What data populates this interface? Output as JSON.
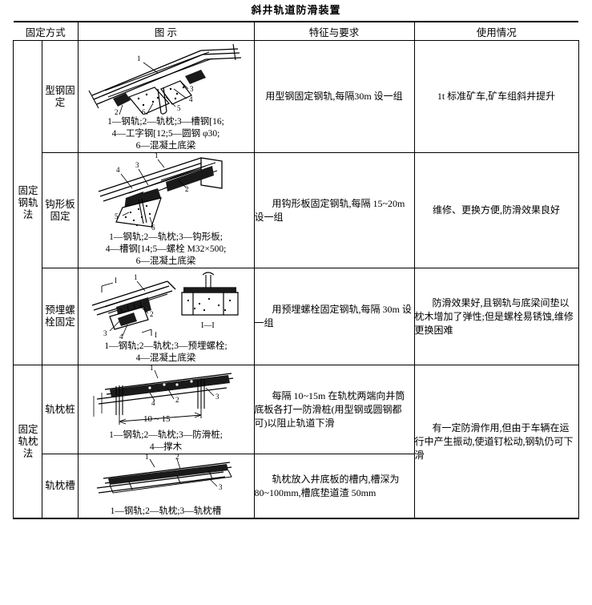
{
  "title": "斜井轨道防滑装置",
  "table": {
    "headers": {
      "method": "固定方式",
      "figure": "图    示",
      "feature": "特征与要求",
      "usage": "使用情况"
    },
    "groups": [
      {
        "name": "固定钢轨法",
        "rows": [
          {
            "sub": "型钢固定",
            "caption": "1—钢轨;2—轨枕;3—槽钢[16;\n4—工字钢[12;5—圆钢 φ30;\n6—混凝土底梁",
            "caption_lines": [
              "1—钢轨;2—轨枕;3—槽钢[16;",
              "4—工字钢[12;5—圆钢 φ30;",
              "6—混凝土底梁"
            ],
            "feature": "用型钢固定钢轨,每隔30m 设一组",
            "usage": "1t 标准矿车,矿车组斜井提升",
            "figure_labels": [
              "1",
              "2",
              "3",
              "4",
              "5",
              "6"
            ]
          },
          {
            "sub": "钩形板固定",
            "caption_lines": [
              "1—钢轨;2—轨枕;3—钩形板;",
              "4—槽钢[14;5—螺栓 M32×500;",
              "6—混凝土底梁"
            ],
            "feature": "用钩形板固定钢轨,每隔 15~20m 设一组",
            "usage": "维修、更换方便,防滑效果良好",
            "figure_labels": [
              "1",
              "2",
              "3",
              "4",
              "5",
              "6"
            ]
          },
          {
            "sub": "预埋螺栓固定",
            "caption_lines": [
              "1—钢轨;2—轨枕;3—预埋螺栓;",
              "4—混凝土底梁"
            ],
            "feature": "用预埋螺栓固定钢轨,每隔 30m 设一组",
            "usage": "防滑效果好,且钢轨与底梁间垫以枕木增加了弹性;但是螺栓易锈蚀,维修更换困难",
            "figure_labels": [
              "1",
              "2",
              "3",
              "4"
            ],
            "section_label": "I—I"
          }
        ]
      },
      {
        "name": "固定轨枕法",
        "rows": [
          {
            "sub": "轨枕桩",
            "caption_lines": [
              "1—钢轨;2—轨枕;3—防滑桩;",
              "4—撑木"
            ],
            "feature": "每隔 10~15m 在轨枕两端向井筒底板各打一防滑桩(用型钢或圆钢都可)以阻止轨道下滑",
            "usage": "有一定防滑作用,但由于车辆在运行中产生振动,使道钉松动,钢轨仍可下滑",
            "figure_labels": [
              "1",
              "2",
              "3",
              "4"
            ],
            "dimension": "10 ~ 15"
          },
          {
            "sub": "轨枕槽",
            "caption_lines": [
              "1—钢轨;2—轨枕;3—轨枕槽"
            ],
            "feature": "轨枕放入井底板的槽内,槽深为80~100mm,槽底垫道渣 50mm",
            "usage": "",
            "figure_labels": [
              "1",
              "2",
              "3"
            ]
          }
        ]
      }
    ]
  },
  "colors": {
    "ink": "#000000",
    "paper": "#ffffff"
  }
}
